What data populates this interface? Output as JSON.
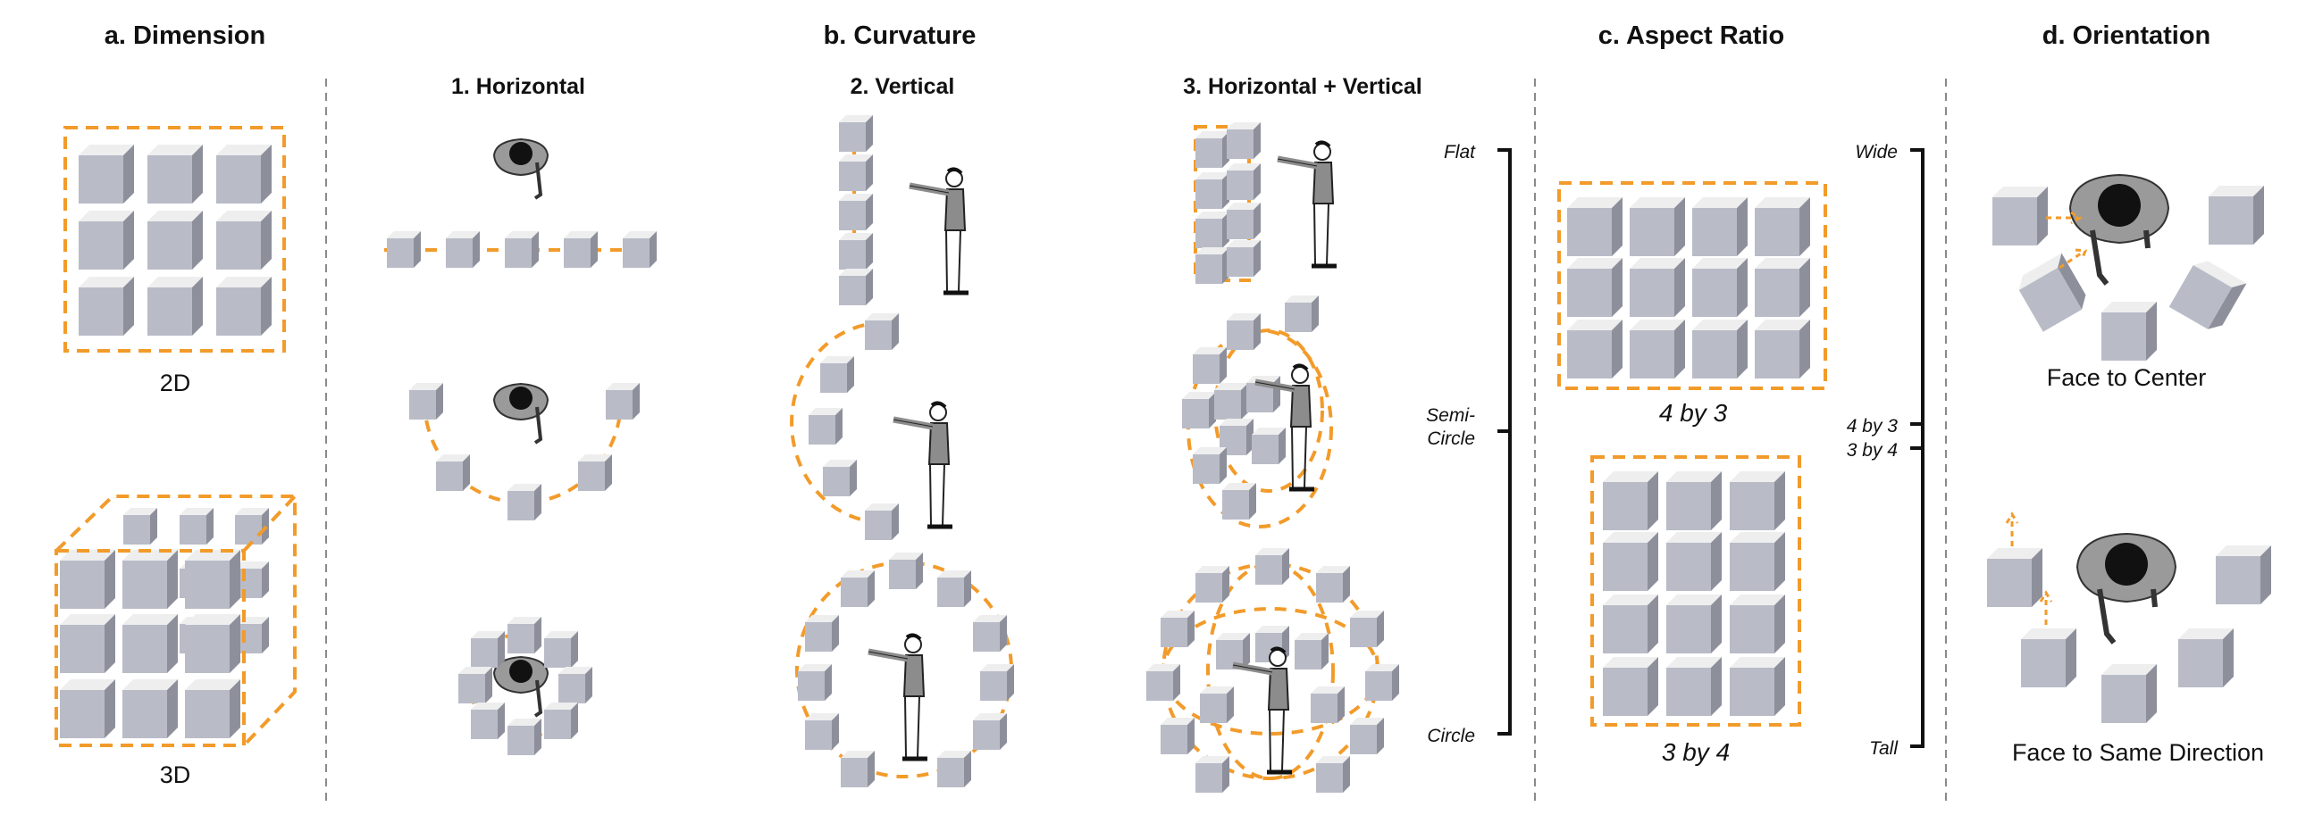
{
  "panels": {
    "dimension": {
      "title": "a. Dimension",
      "items": [
        "2D",
        "3D"
      ]
    },
    "curvature": {
      "title": "b. Curvature",
      "columns": [
        "1. Horizontal",
        "2. Vertical",
        "3. Horizontal + Vertical"
      ],
      "scale": [
        "Flat",
        "Semi-",
        "Circle",
        "Circle"
      ]
    },
    "aspect_ratio": {
      "title": "c. Aspect Ratio",
      "items": [
        "4 by 3",
        "3 by 4"
      ],
      "scale": [
        "Wide",
        "4 by 3",
        "3 by 4",
        "Tall"
      ]
    },
    "orientation": {
      "title": "d. Orientation",
      "items": [
        "Face to Center",
        "Face to Same Direction"
      ]
    }
  },
  "colors": {
    "accent": "#f29b2a",
    "cube_front": "#b9bcc7",
    "cube_top": "#eeeeef",
    "cube_side": "#8d909b",
    "separator": "#8a8a8a"
  }
}
